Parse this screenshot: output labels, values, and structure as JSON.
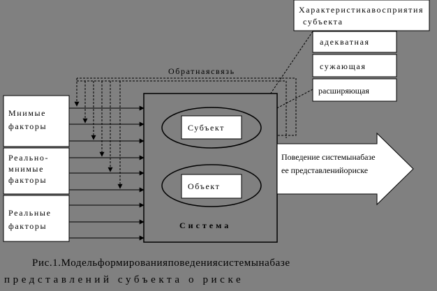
{
  "diagram": {
    "perception_title_line1": "Характеристикавосприятия",
    "perception_title_line2": "субъекта",
    "perception_options": [
      "адекватная",
      "сужающая",
      "расширяющая"
    ],
    "feedback_label": "Обратнаясвязь",
    "factor_groups": [
      {
        "line1": "Мнимые",
        "line2": "факторы"
      },
      {
        "line1": "Реально-",
        "line2": "мнимые",
        "line3": "факторы"
      },
      {
        "line1": "Реальные",
        "line2": "факторы"
      }
    ],
    "subject_label": "Субъект",
    "object_label": "Объект",
    "system_label": "Система",
    "output_line1": "Поведение системынабазе",
    "output_line2": "ее представленийориске"
  },
  "caption": {
    "line1": "Рис.1.Модельформированияповедениясистемынабазе",
    "line2": "представлений субъекта о риске"
  },
  "colors": {
    "background": "#808080",
    "box_fill": "#ffffff",
    "system_fill": "#808080",
    "stroke": "#000000"
  }
}
